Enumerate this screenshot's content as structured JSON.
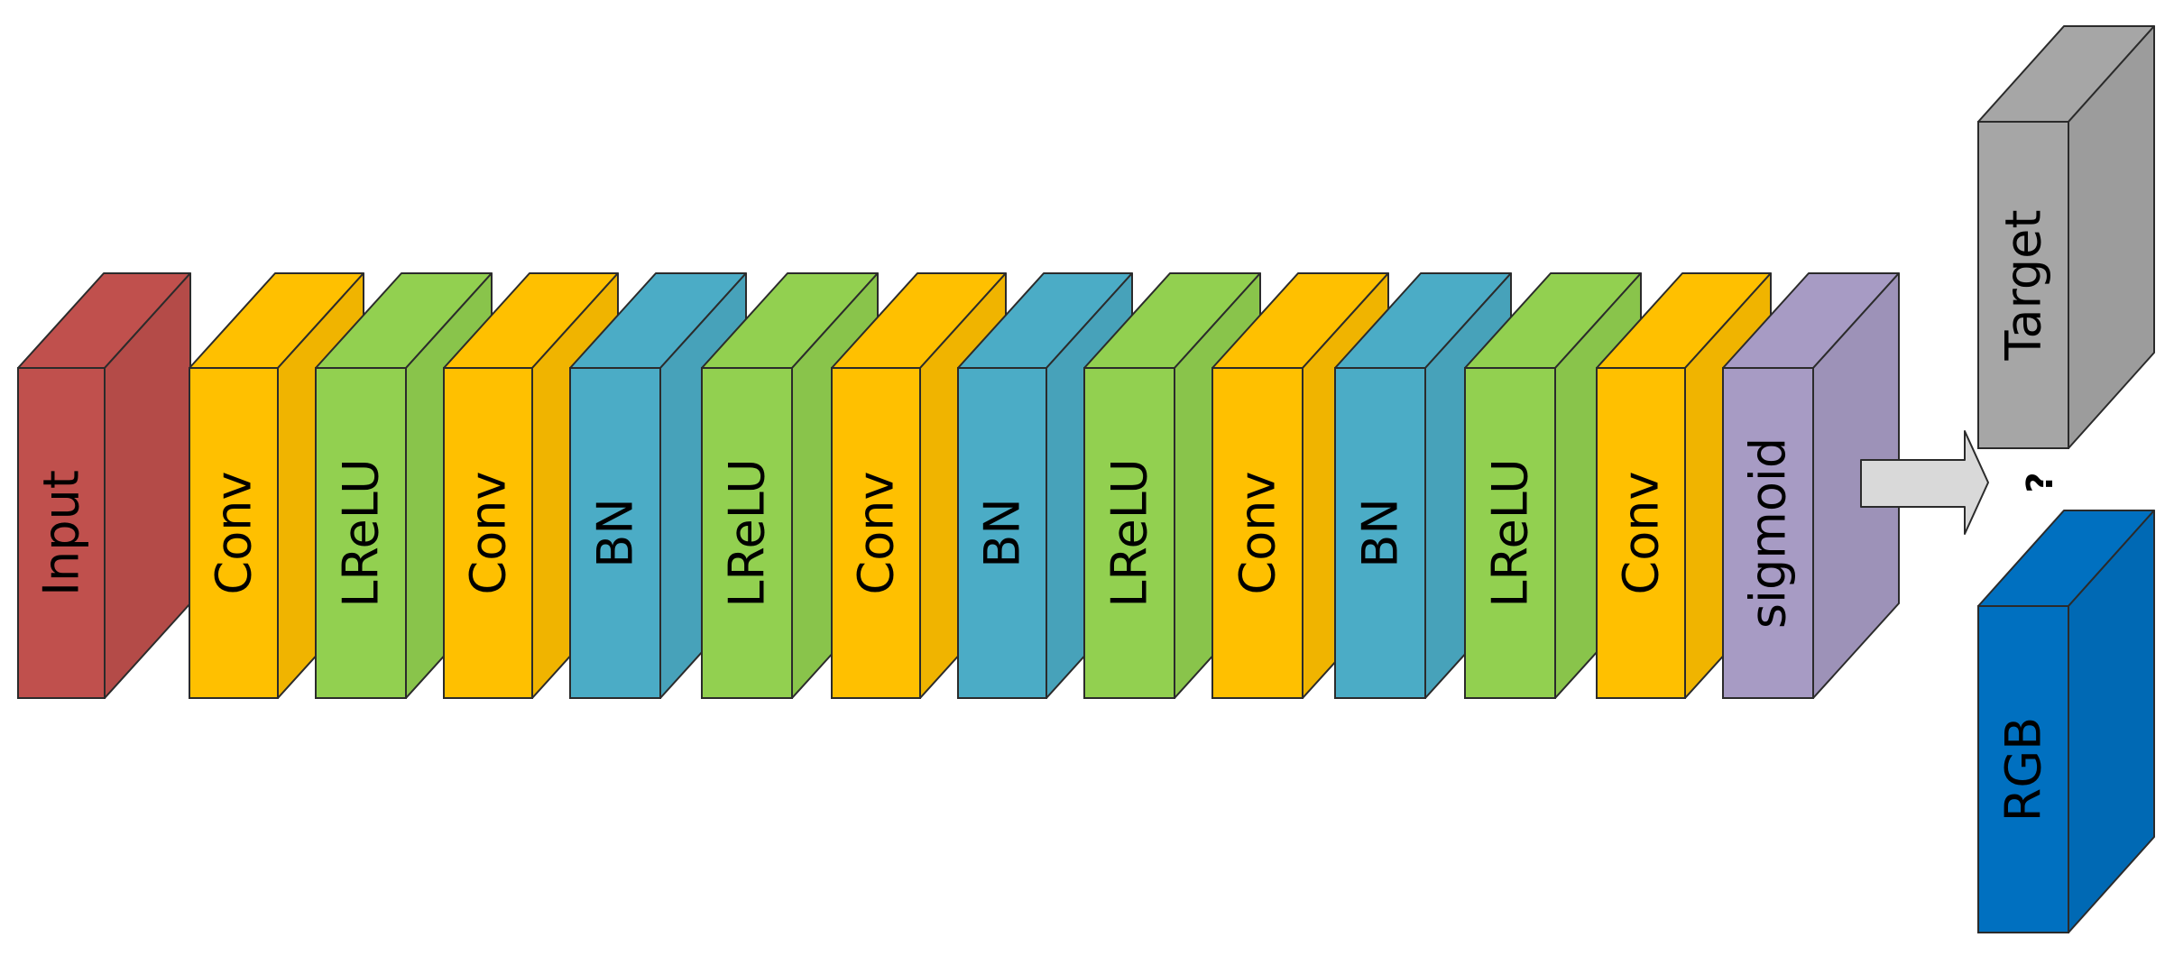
{
  "pipeline": {
    "blocks": [
      {
        "label": "Input",
        "color": "#c0504d"
      },
      {
        "label": "Conv",
        "color": "#ffc000"
      },
      {
        "label": "LReLU",
        "color": "#92d050"
      },
      {
        "label": "Conv",
        "color": "#ffc000"
      },
      {
        "label": "BN",
        "color": "#4bacc6"
      },
      {
        "label": "LReLU",
        "color": "#92d050"
      },
      {
        "label": "Conv",
        "color": "#ffc000"
      },
      {
        "label": "BN",
        "color": "#4bacc6"
      },
      {
        "label": "LReLU",
        "color": "#92d050"
      },
      {
        "label": "Conv",
        "color": "#ffc000"
      },
      {
        "label": "BN",
        "color": "#4bacc6"
      },
      {
        "label": "LReLU",
        "color": "#92d050"
      },
      {
        "label": "Conv",
        "color": "#ffc000"
      },
      {
        "label": "sigmoid",
        "color": "#a79bc4"
      }
    ]
  },
  "outputs": [
    {
      "label": "Target",
      "color": "#a6a6a6"
    },
    {
      "label": "RGB",
      "color": "#0070c0"
    }
  ],
  "compare_symbol": "?",
  "connector_color": "#d9d9d9",
  "edge_color": "#2b2b2b"
}
